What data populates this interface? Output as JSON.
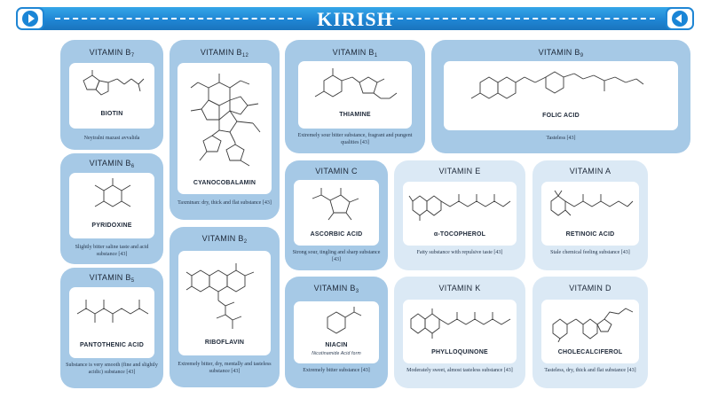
{
  "header": {
    "title": "KIRISH",
    "prev_icon": "play-left-icon",
    "next_icon": "play-right-icon"
  },
  "colors": {
    "header": "#1f86d4",
    "card_dark": "#a6c9e6",
    "card_light": "#dbe9f5"
  },
  "cards": {
    "b7": {
      "vitamin": "VITAMIN B",
      "sub": "7",
      "compound": "BIOTIN",
      "desc": "Neytralni mazasi avvalida"
    },
    "b12": {
      "vitamin": "VITAMIN B",
      "sub": "12",
      "compound": "CYANOCOBALAMIN",
      "desc": "Taxminan: dry, thick and flat substance [43]"
    },
    "b1": {
      "vitamin": "VITAMIN B",
      "sub": "1",
      "compound": "THIAMINE",
      "desc": "Extremely sour bitter substance, fragrant and pungent qualities [43]"
    },
    "b9": {
      "vitamin": "VITAMIN B",
      "sub": "9",
      "compound": "FOLIC ACID",
      "desc": "Tasteless [43]"
    },
    "b6": {
      "vitamin": "VITAMIN B",
      "sub": "6",
      "compound": "PYRIDOXINE",
      "desc": "Slightly bitter saline taste and acid substance [43]"
    },
    "c": {
      "vitamin": "VITAMIN C",
      "sub": "",
      "compound": "ASCORBIC ACID",
      "desc": "Strong sour, tingling and sharp substance [43]"
    },
    "e": {
      "vitamin": "VITAMIN E",
      "sub": "",
      "compound": "α-TOCOPHEROL",
      "desc": "Fatty substance with repulsive taste [43]"
    },
    "a": {
      "vitamin": "VITAMIN A",
      "sub": "",
      "compound": "RETINOIC ACID",
      "desc": "Stale chemical feeling substance [43]"
    },
    "b2": {
      "vitamin": "VITAMIN B",
      "sub": "2",
      "compound": "RIBOFLAVIN",
      "desc": "Extremely bitter, dry, mentally and tasteless substance [43]"
    },
    "b5": {
      "vitamin": "VITAMIN B",
      "sub": "5",
      "compound": "PANTOTHENIC ACID",
      "desc": "Substance is very smooth (fine and slightly acidic) substance [43]"
    },
    "b3": {
      "vitamin": "VITAMIN B",
      "sub": "3",
      "compound": "NIACIN",
      "form": "Nicotinamide Acid form",
      "desc": "Extremely bitter substance [43]"
    },
    "k": {
      "vitamin": "VITAMIN K",
      "sub": "",
      "compound": "PHYLLOQUINONE",
      "desc": "Moderately sweet, almost tasteless substance [43]"
    },
    "d": {
      "vitamin": "VITAMIN D",
      "sub": "",
      "compound": "CHOLECALCIFEROL",
      "desc": "Tasteless, dry, thick and flat substance [43]"
    }
  }
}
